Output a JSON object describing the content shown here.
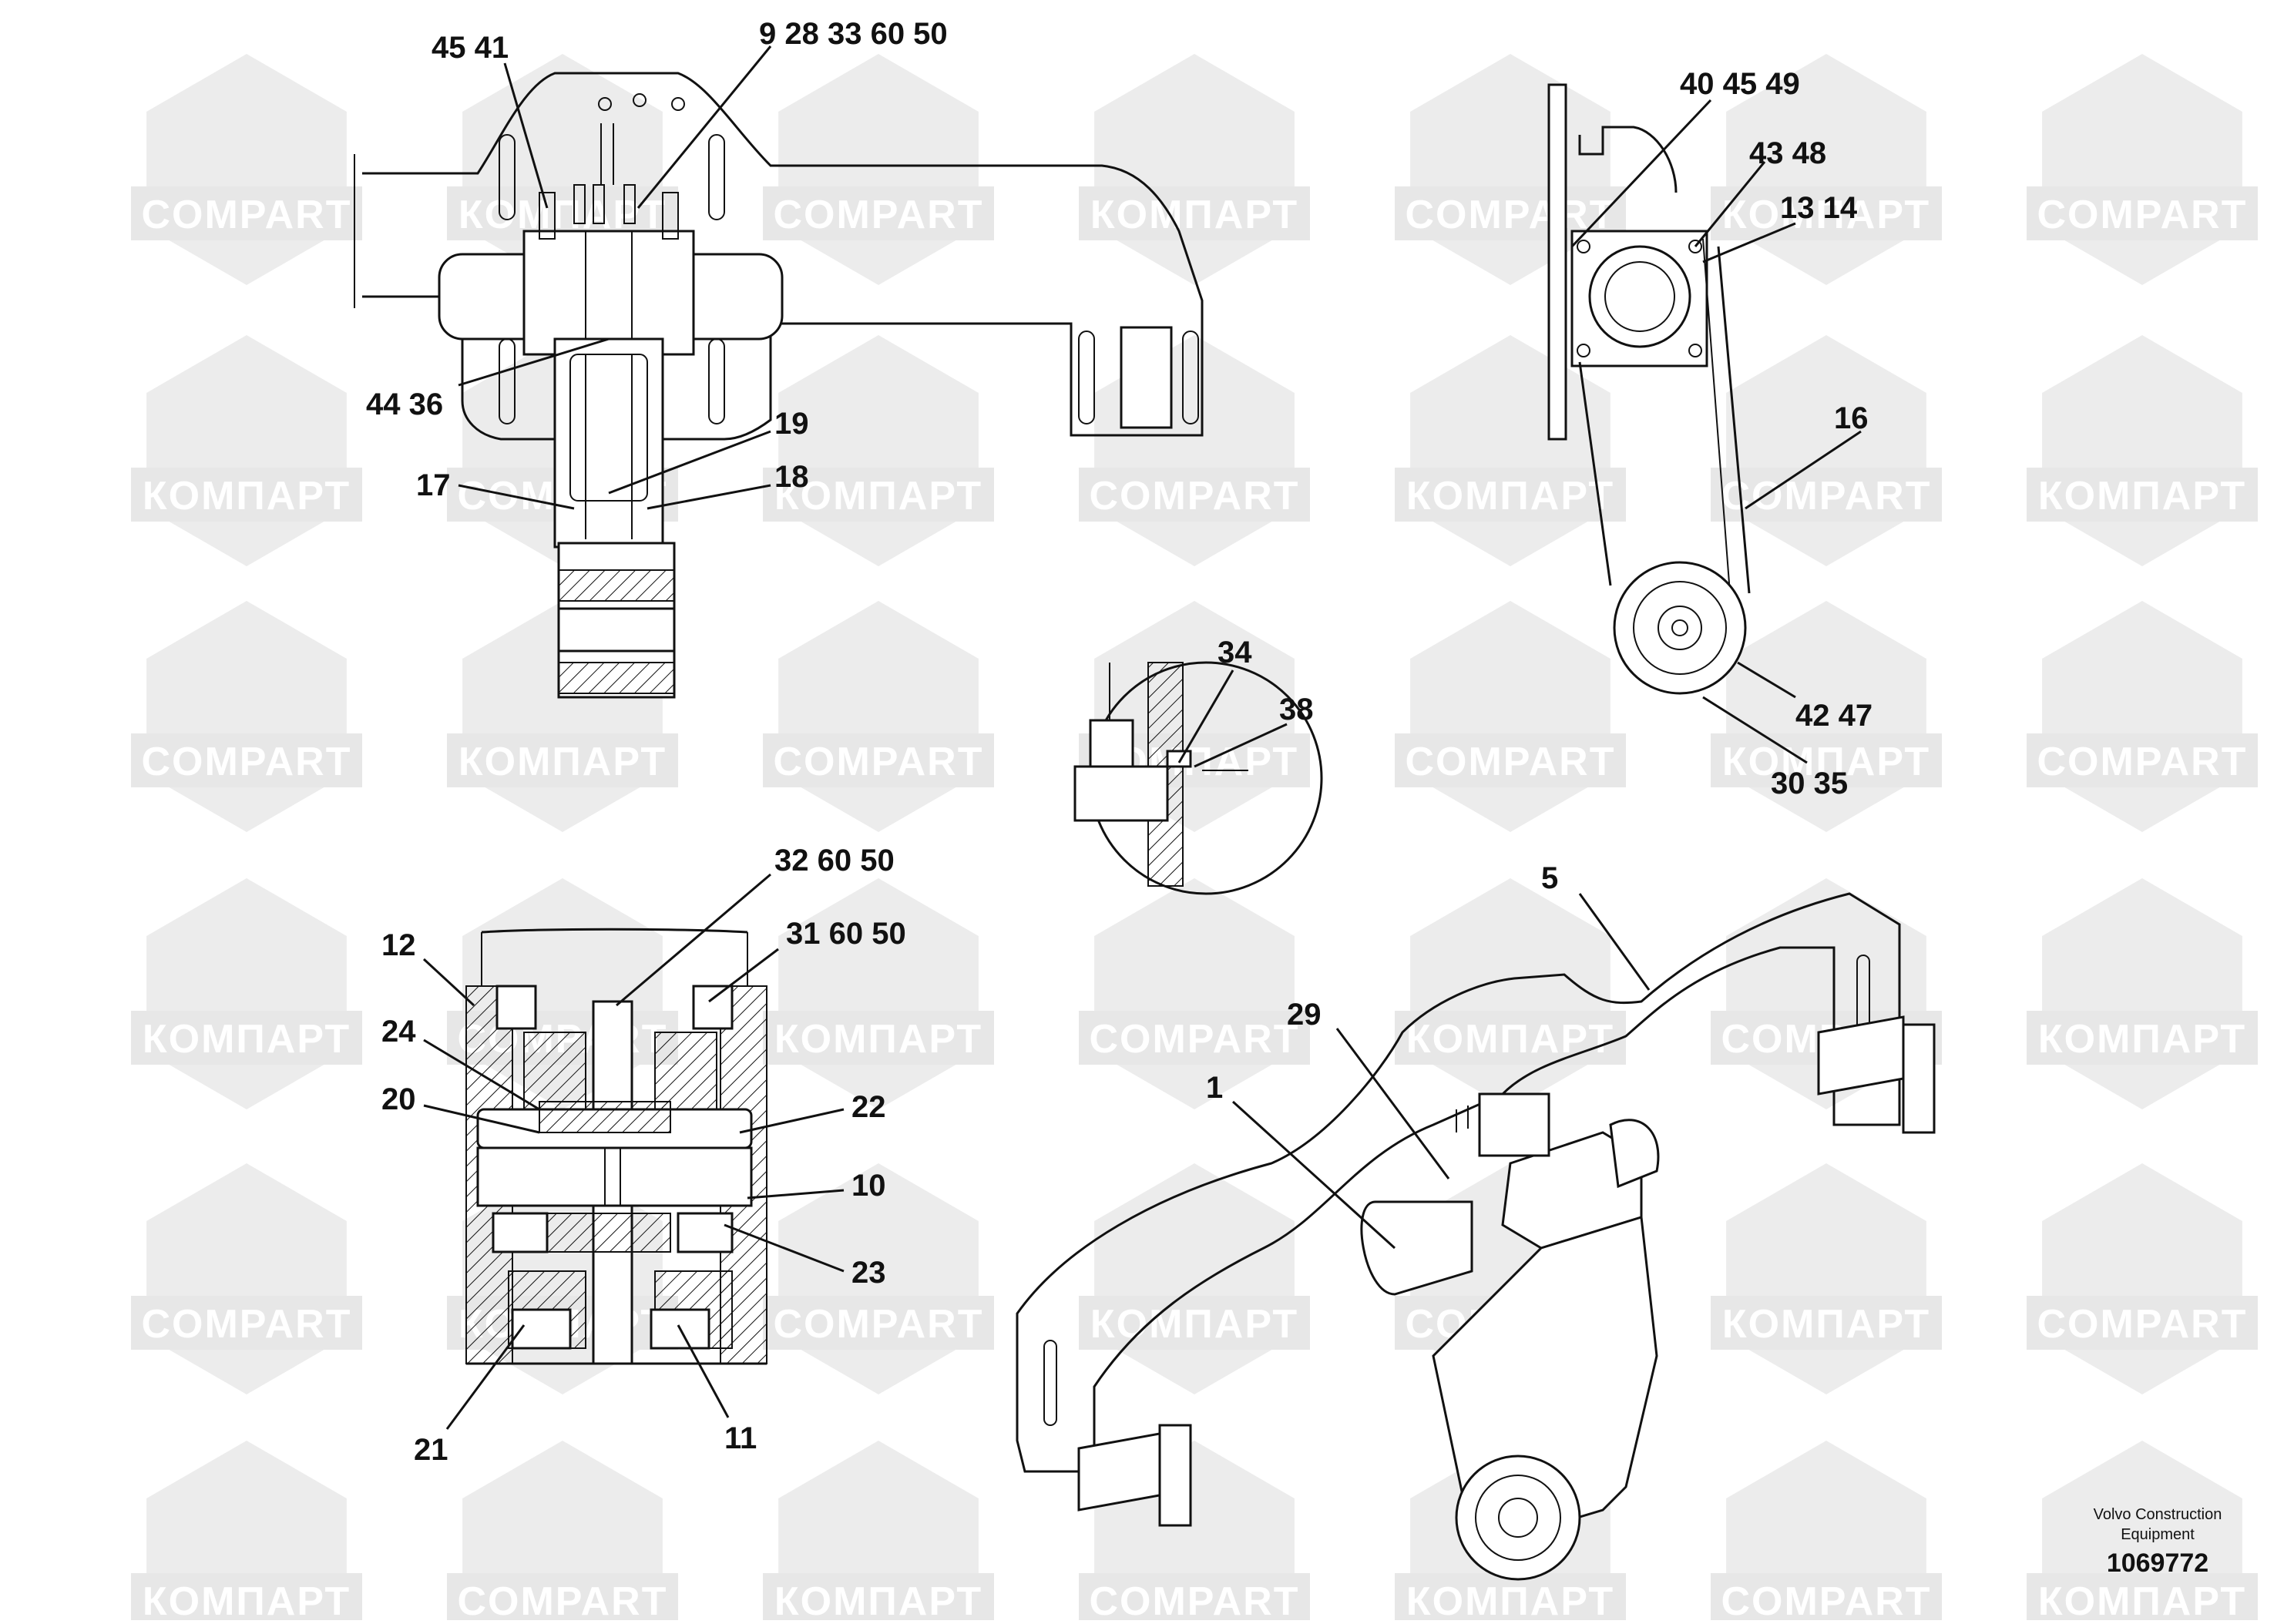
{
  "watermark": {
    "latin": "COMPART",
    "cyrillic": "КОМПАРТ"
  },
  "callouts": {
    "top_left": [
      "45 41",
      "9 28 33 60 50",
      "44 36",
      "19",
      "17",
      "18"
    ],
    "top_right": [
      "40 45 49",
      "43 48",
      "13 14",
      "16",
      "42 47",
      "30 35"
    ],
    "detail": [
      "34",
      "38"
    ],
    "section": [
      "32 60 50",
      "31 60 50",
      "12",
      "24",
      "20",
      "22",
      "10",
      "23",
      "21",
      "11"
    ],
    "iso": [
      "5",
      "29",
      "1"
    ]
  },
  "footer": {
    "maker_line1": "Volvo Construction",
    "maker_line2": "Equipment",
    "doc_number": "1069772"
  }
}
